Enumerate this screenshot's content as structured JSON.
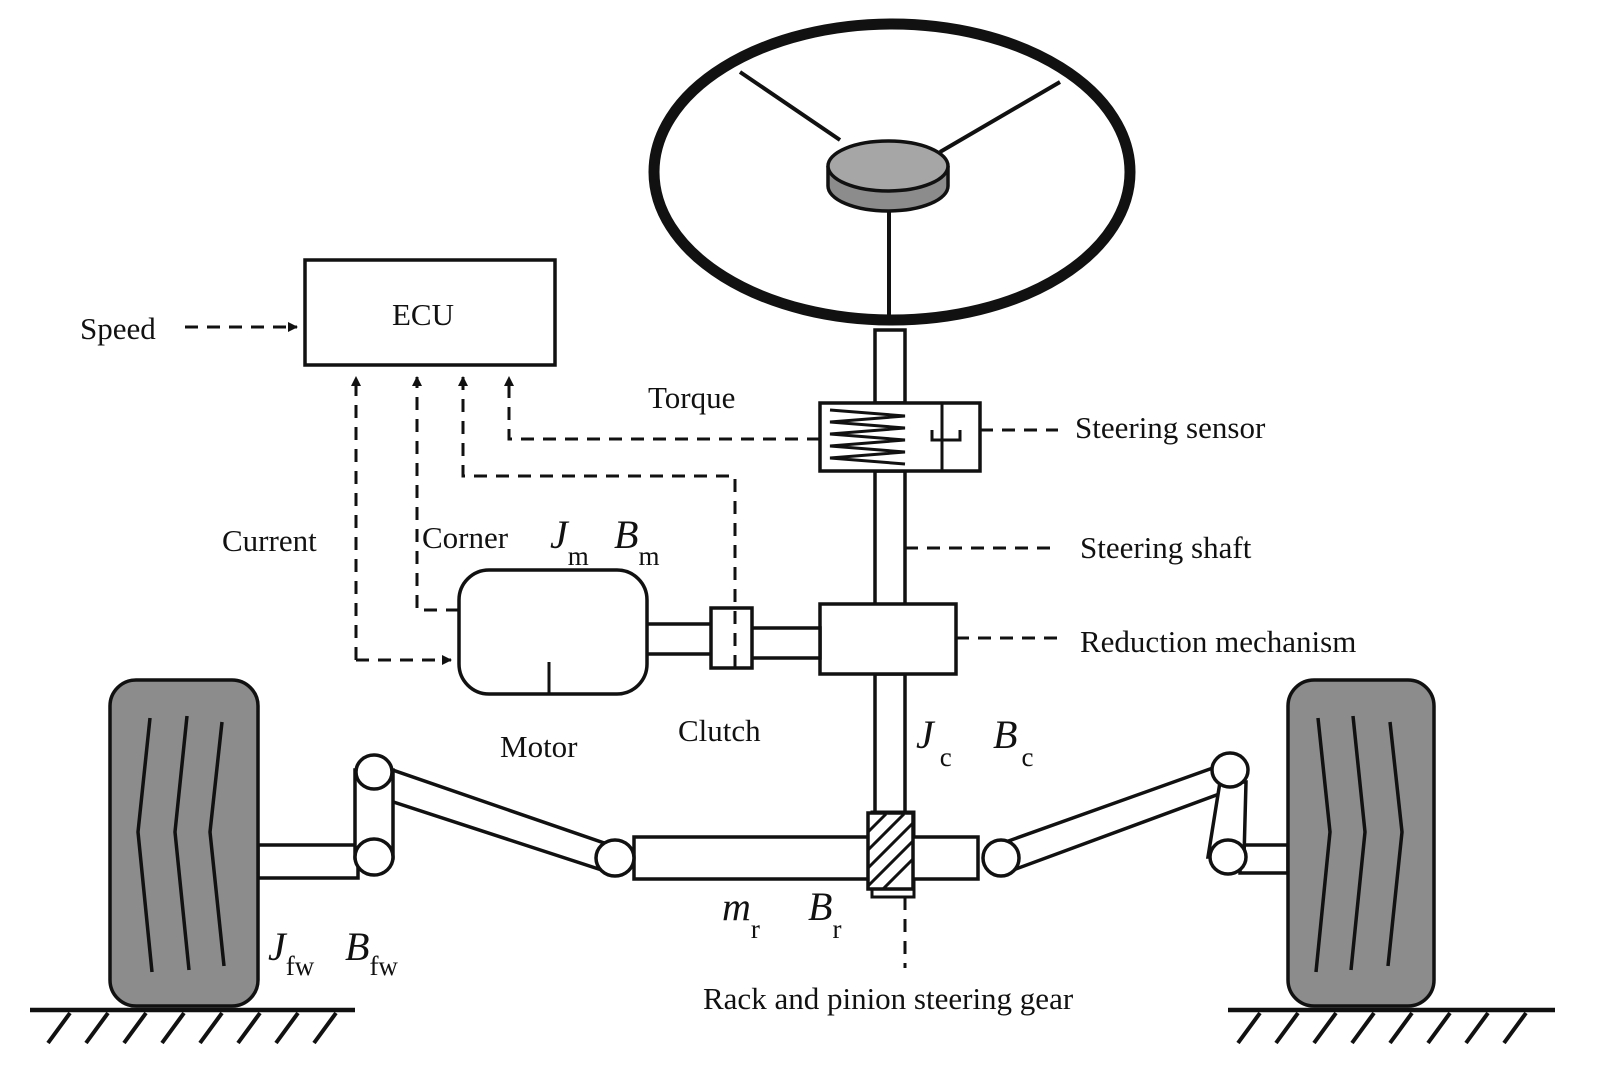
{
  "blocks": {
    "ecu": "ECU"
  },
  "signals": {
    "speed": "Speed",
    "torque": "Torque",
    "current": "Current",
    "corner": "Corner"
  },
  "components": {
    "steering_sensor": "Steering sensor",
    "steering_shaft": "Steering shaft",
    "reduction_mechanism": "Reduction mechanism",
    "motor": "Motor",
    "clutch": "Clutch",
    "rack_and_pinion": "Rack and pinion steering gear"
  },
  "parameters": {
    "motor_inertia": {
      "base": "J",
      "sub": "m"
    },
    "motor_damping": {
      "base": "B",
      "sub": "m"
    },
    "column_inertia": {
      "base": "J",
      "sub": "c"
    },
    "column_damping": {
      "base": "B",
      "sub": "c"
    },
    "rack_mass": {
      "base": "m",
      "sub": "r"
    },
    "rack_damping": {
      "base": "B",
      "sub": "r"
    },
    "wheel_inertia": {
      "base": "J",
      "sub": "fw"
    },
    "wheel_damping": {
      "base": "B",
      "sub": "fw"
    }
  },
  "colors": {
    "line": "#111111",
    "tire": "#8c8c8c",
    "hub": "#a6a6a6",
    "background": "#ffffff"
  }
}
